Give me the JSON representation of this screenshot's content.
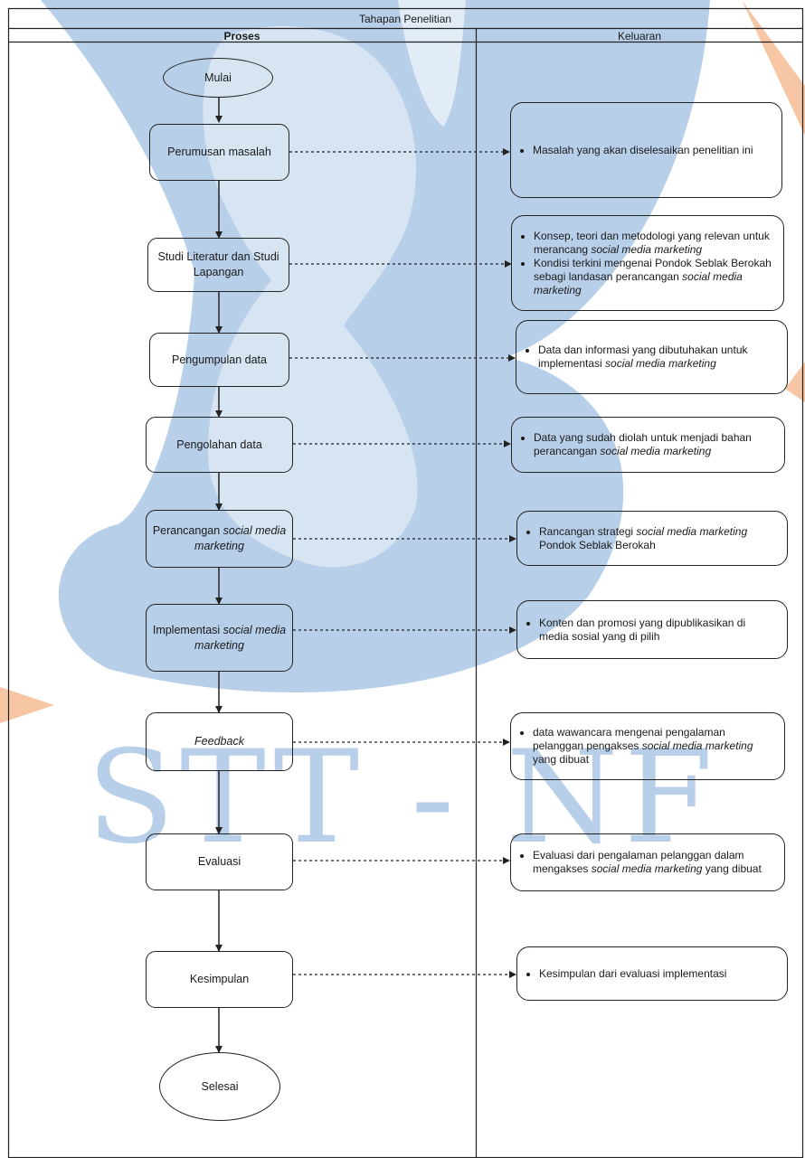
{
  "table": {
    "title": "Tahapan Penelitian",
    "col_proses": "Proses",
    "col_keluaran": "Keluaran"
  },
  "watermark": {
    "text": "STT - NF",
    "color": "#b7cfe8",
    "accent": "#f4b183"
  },
  "steps": [
    {
      "id": "mulai",
      "shape": "oval",
      "label": "Mulai"
    },
    {
      "id": "perumusan",
      "shape": "process",
      "label": "Perumusan masalah"
    },
    {
      "id": "studi",
      "shape": "process",
      "label": "Studi Literatur dan Studi Lapangan"
    },
    {
      "id": "pengumpulan",
      "shape": "process",
      "label": "Pengumpulan data"
    },
    {
      "id": "pengolahan",
      "shape": "process",
      "label": "Pengolahan data"
    },
    {
      "id": "perancangan",
      "shape": "process",
      "label_plain": "Perancangan ",
      "label_italic": "social media marketing"
    },
    {
      "id": "implementasi",
      "shape": "process",
      "label_plain": "Implementasi ",
      "label_italic": "social media marketing"
    },
    {
      "id": "feedback",
      "shape": "process",
      "label_italic": "Feedback"
    },
    {
      "id": "evaluasi",
      "shape": "process",
      "label": "Evaluasi"
    },
    {
      "id": "kesimpulan",
      "shape": "process",
      "label": "Kesimpulan"
    },
    {
      "id": "selesai",
      "shape": "oval",
      "label": "Selesai"
    }
  ],
  "outputs": {
    "perumusan": [
      "Masalah yang akan diselesaikan penelitian ini"
    ],
    "studi": [
      {
        "a": "Konsep, teori dan metodologi yang relevan untuk merancang ",
        "b": "social media marketing"
      },
      {
        "a": "Kondisi terkini mengenai Pondok Seblak Berokah sebagi landasan perancangan ",
        "b": "social media marketing"
      }
    ],
    "pengumpulan": {
      "a": "Data dan informasi  yang dibutuhakan untuk implementasi ",
      "b": "social media marketing"
    },
    "pengolahan": {
      "a": "Data yang sudah diolah untuk menjadi bahan perancangan ",
      "b": "social media marketing"
    },
    "perancangan": {
      "a": "Rancangan strategi ",
      "b": "social media marketing",
      "c": " Pondok Seblak Berokah"
    },
    "implementasi": {
      "a": "Konten dan promosi yang dipublikasikan di media sosial yang di pilih"
    },
    "feedback": {
      "a": "data wawancara mengenai pengalaman pelanggan pengakses ",
      "b": "social media marketing",
      "c": " yang dibuat"
    },
    "evaluasi": {
      "a": "Evaluasi dari pengalaman pelanggan dalam mengakses ",
      "b": "social media marketing",
      "c": " yang dibuat"
    },
    "kesimpulan": {
      "a": "Kesimpulan dari evaluasi implementasi"
    }
  }
}
